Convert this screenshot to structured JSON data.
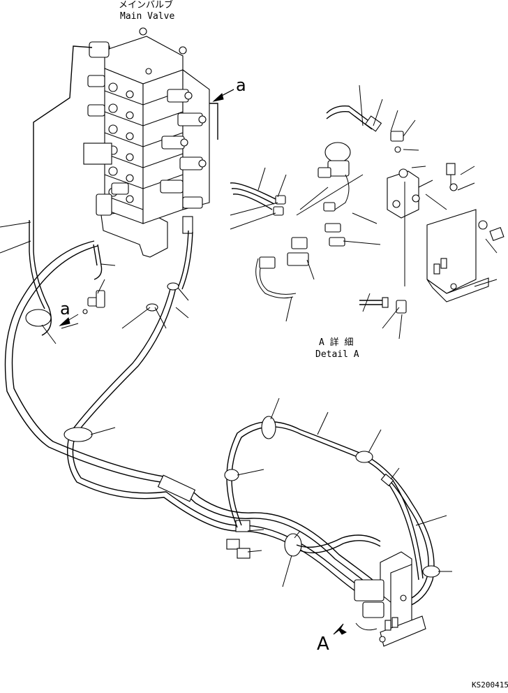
{
  "labels": {
    "main_valve_jp": "メインバルブ",
    "main_valve_en": "Main Valve",
    "ref_a_top": "a",
    "ref_a_left": "a",
    "detail_jp": "A 詳 細",
    "detail_en": "Detail A",
    "view_a": "A",
    "drawing_code": "KS200415"
  }
}
